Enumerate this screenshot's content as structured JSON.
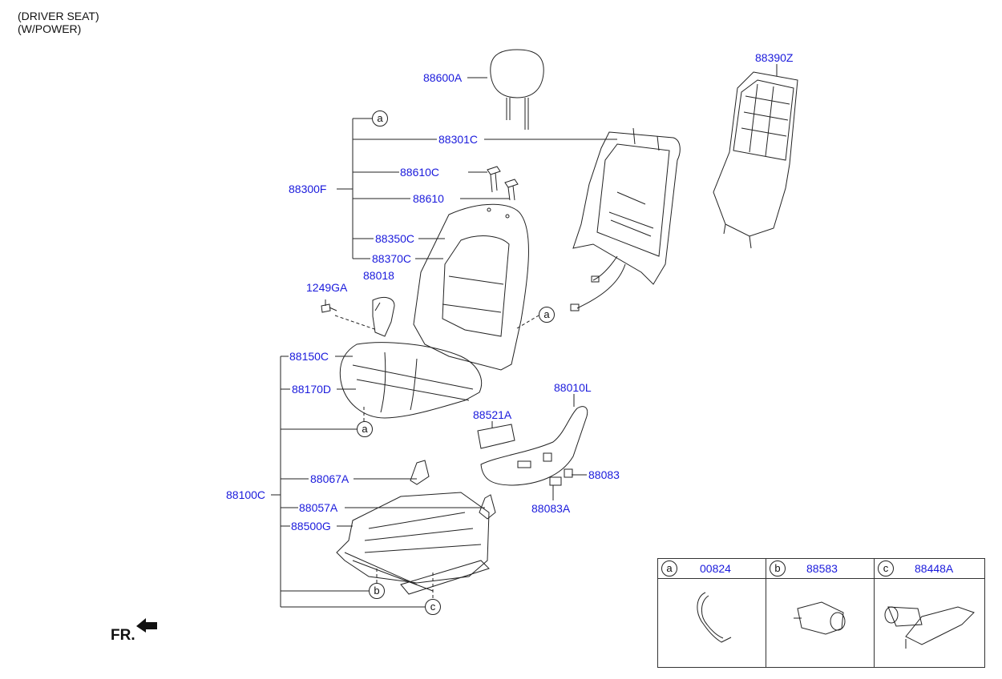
{
  "header": {
    "line1": "(DRIVER SEAT)",
    "line2": "(W/POWER)"
  },
  "parts": {
    "p88600A": "88600A",
    "p88390Z": "88390Z",
    "p88301C": "88301C",
    "p88610C": "88610C",
    "p88300F": "88300F",
    "p88610": "88610",
    "p88350C": "88350C",
    "p88370C": "88370C",
    "p1249GA": "1249GA",
    "p88018": "88018",
    "p88150C": "88150C",
    "p88170D": "88170D",
    "p88010L": "88010L",
    "p88521A": "88521A",
    "p88067A": "88067A",
    "p88083": "88083",
    "p88100C": "88100C",
    "p88083A": "88083A",
    "p88057A": "88057A",
    "p88500G": "88500G"
  },
  "callouts": {
    "a": "a",
    "b": "b",
    "c": "c"
  },
  "direction": {
    "label": "FR."
  },
  "legend": [
    {
      "letter": "a",
      "part": "00824"
    },
    {
      "letter": "b",
      "part": "88583"
    },
    {
      "letter": "c",
      "part": "88448A"
    }
  ],
  "colors": {
    "part_number": "#1a1adc",
    "line": "#222222"
  }
}
